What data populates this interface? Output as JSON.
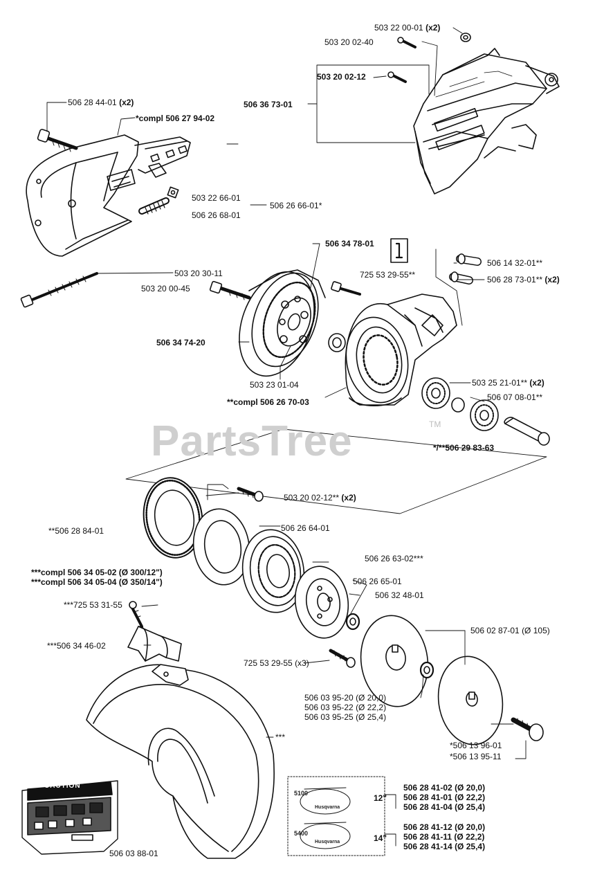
{
  "watermark": {
    "text": "PartsTree",
    "tm": "TM"
  },
  "labels": {
    "p503220001": "503 22 00-01",
    "p503220001_qty": "(x2)",
    "p503200240": "503 20 02-40",
    "p503200212": "503 20 02-12",
    "p506367301": "506 36 73-01",
    "p506284401": "506 28 44-01",
    "p506284401_qty": "(x2)",
    "compl506279402": "*compl 506 27 94-02",
    "p503226601": "503 22 66-01",
    "p506266801": "506 26 68-01",
    "p506266601": "506 26 66-01*",
    "p503203011": "503 20 30-11",
    "p506347801": "506 34 78-01",
    "p725532955a": "725 53 29-55**",
    "p506143201": "506 14 32-01**",
    "p506287301": "506 28 73-01**",
    "p506287301_qty": "(x2)",
    "p503200045": "503 20 00-45",
    "p506347420": "506 34 74-20",
    "p503230104": "503 23 01-04",
    "compl506267003": "**compl 506 26 70-03",
    "p503252101": "503 25 21-01**",
    "p503252101_qty": "(x2)",
    "p506070801": "506 07 08-01**",
    "p506298363": "*/**506 29 83-63",
    "p503200212b": "503 20 02-12**",
    "p503200212b_qty": "(x2)",
    "p506288401": "**506 28 84-01",
    "p506266401": "506 26 64-01",
    "p506266302": "506 26 63-02***",
    "compl506340502": "***compl 506 34 05-02 (Ø 300/12\")",
    "compl506340504": "***compl 506 34 05-04 (Ø 350/14\")",
    "p506266501": "506 26 65-01",
    "p506324801": "506 32 48-01",
    "p725533155": "***725 53 31-55",
    "p506020701": "506 02 87-01 (Ø 105)",
    "p506344602": "***506 34 46-02",
    "p725532955b": "725 53 29-55 (x3)",
    "p506039520": "506 03 95-20 (Ø 20,0)",
    "p506039522": "506 03 95-22 (Ø 22,2)",
    "p506039525": "506 03 95-25 (Ø 25,4)",
    "guard_stars": "***",
    "p506139601": "*506 13 96-01",
    "p506139511": "*506 13 95-11",
    "p506038801": "506 03 88-01"
  },
  "decal": {
    "caution": "CAUTION",
    "model_5100": "5100",
    "model_5400": "5400",
    "size12": "12\"",
    "size14": "14\"",
    "brand": "Husqvarna"
  },
  "decal_parts_12": [
    "506 28 41-02 (Ø 20,0)",
    "506 28 41-01 (Ø 22,2)",
    "506 28 41-04 (Ø 25,4)"
  ],
  "decal_parts_14": [
    "506 28 41-12 (Ø 20,0)",
    "506 28 41-11 (Ø 22,2)",
    "506 28 41-14 (Ø 25,4)"
  ]
}
